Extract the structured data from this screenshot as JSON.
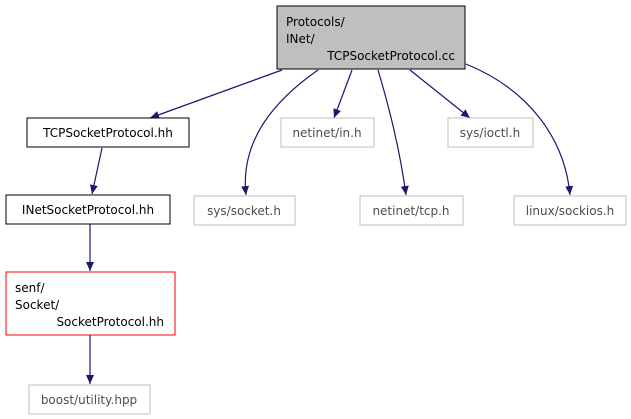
{
  "nodes": {
    "root": {
      "lines": [
        "Protocols/",
        "INet/",
        "TCPSocketProtocol.cc"
      ]
    },
    "tcp_socket_protocol_hh": {
      "label": "TCPSocketProtocol.hh"
    },
    "inet_socket_protocol_hh": {
      "label": "INetSocketProtocol.hh"
    },
    "senf_socket_protocol_hh": {
      "lines": [
        "senf/",
        "Socket/",
        "SocketProtocol.hh"
      ]
    },
    "boost_utility_hpp": {
      "label": "boost/utility.hpp"
    },
    "sys_socket_h": {
      "label": "sys/socket.h"
    },
    "netinet_in_h": {
      "label": "netinet/in.h"
    },
    "netinet_tcp_h": {
      "label": "netinet/tcp.h"
    },
    "sys_ioctl_h": {
      "label": "sys/ioctl.h"
    },
    "linux_sockios_h": {
      "label": "linux/sockios.h"
    }
  },
  "colors": {
    "root_fill": "#bfbfbf",
    "node_border": "#000000",
    "missing_border": "#bfbfbf",
    "highlight_border": "#ff0000",
    "edge": "#191970",
    "text": "#000000",
    "muted_text": "#4d4d4d"
  }
}
